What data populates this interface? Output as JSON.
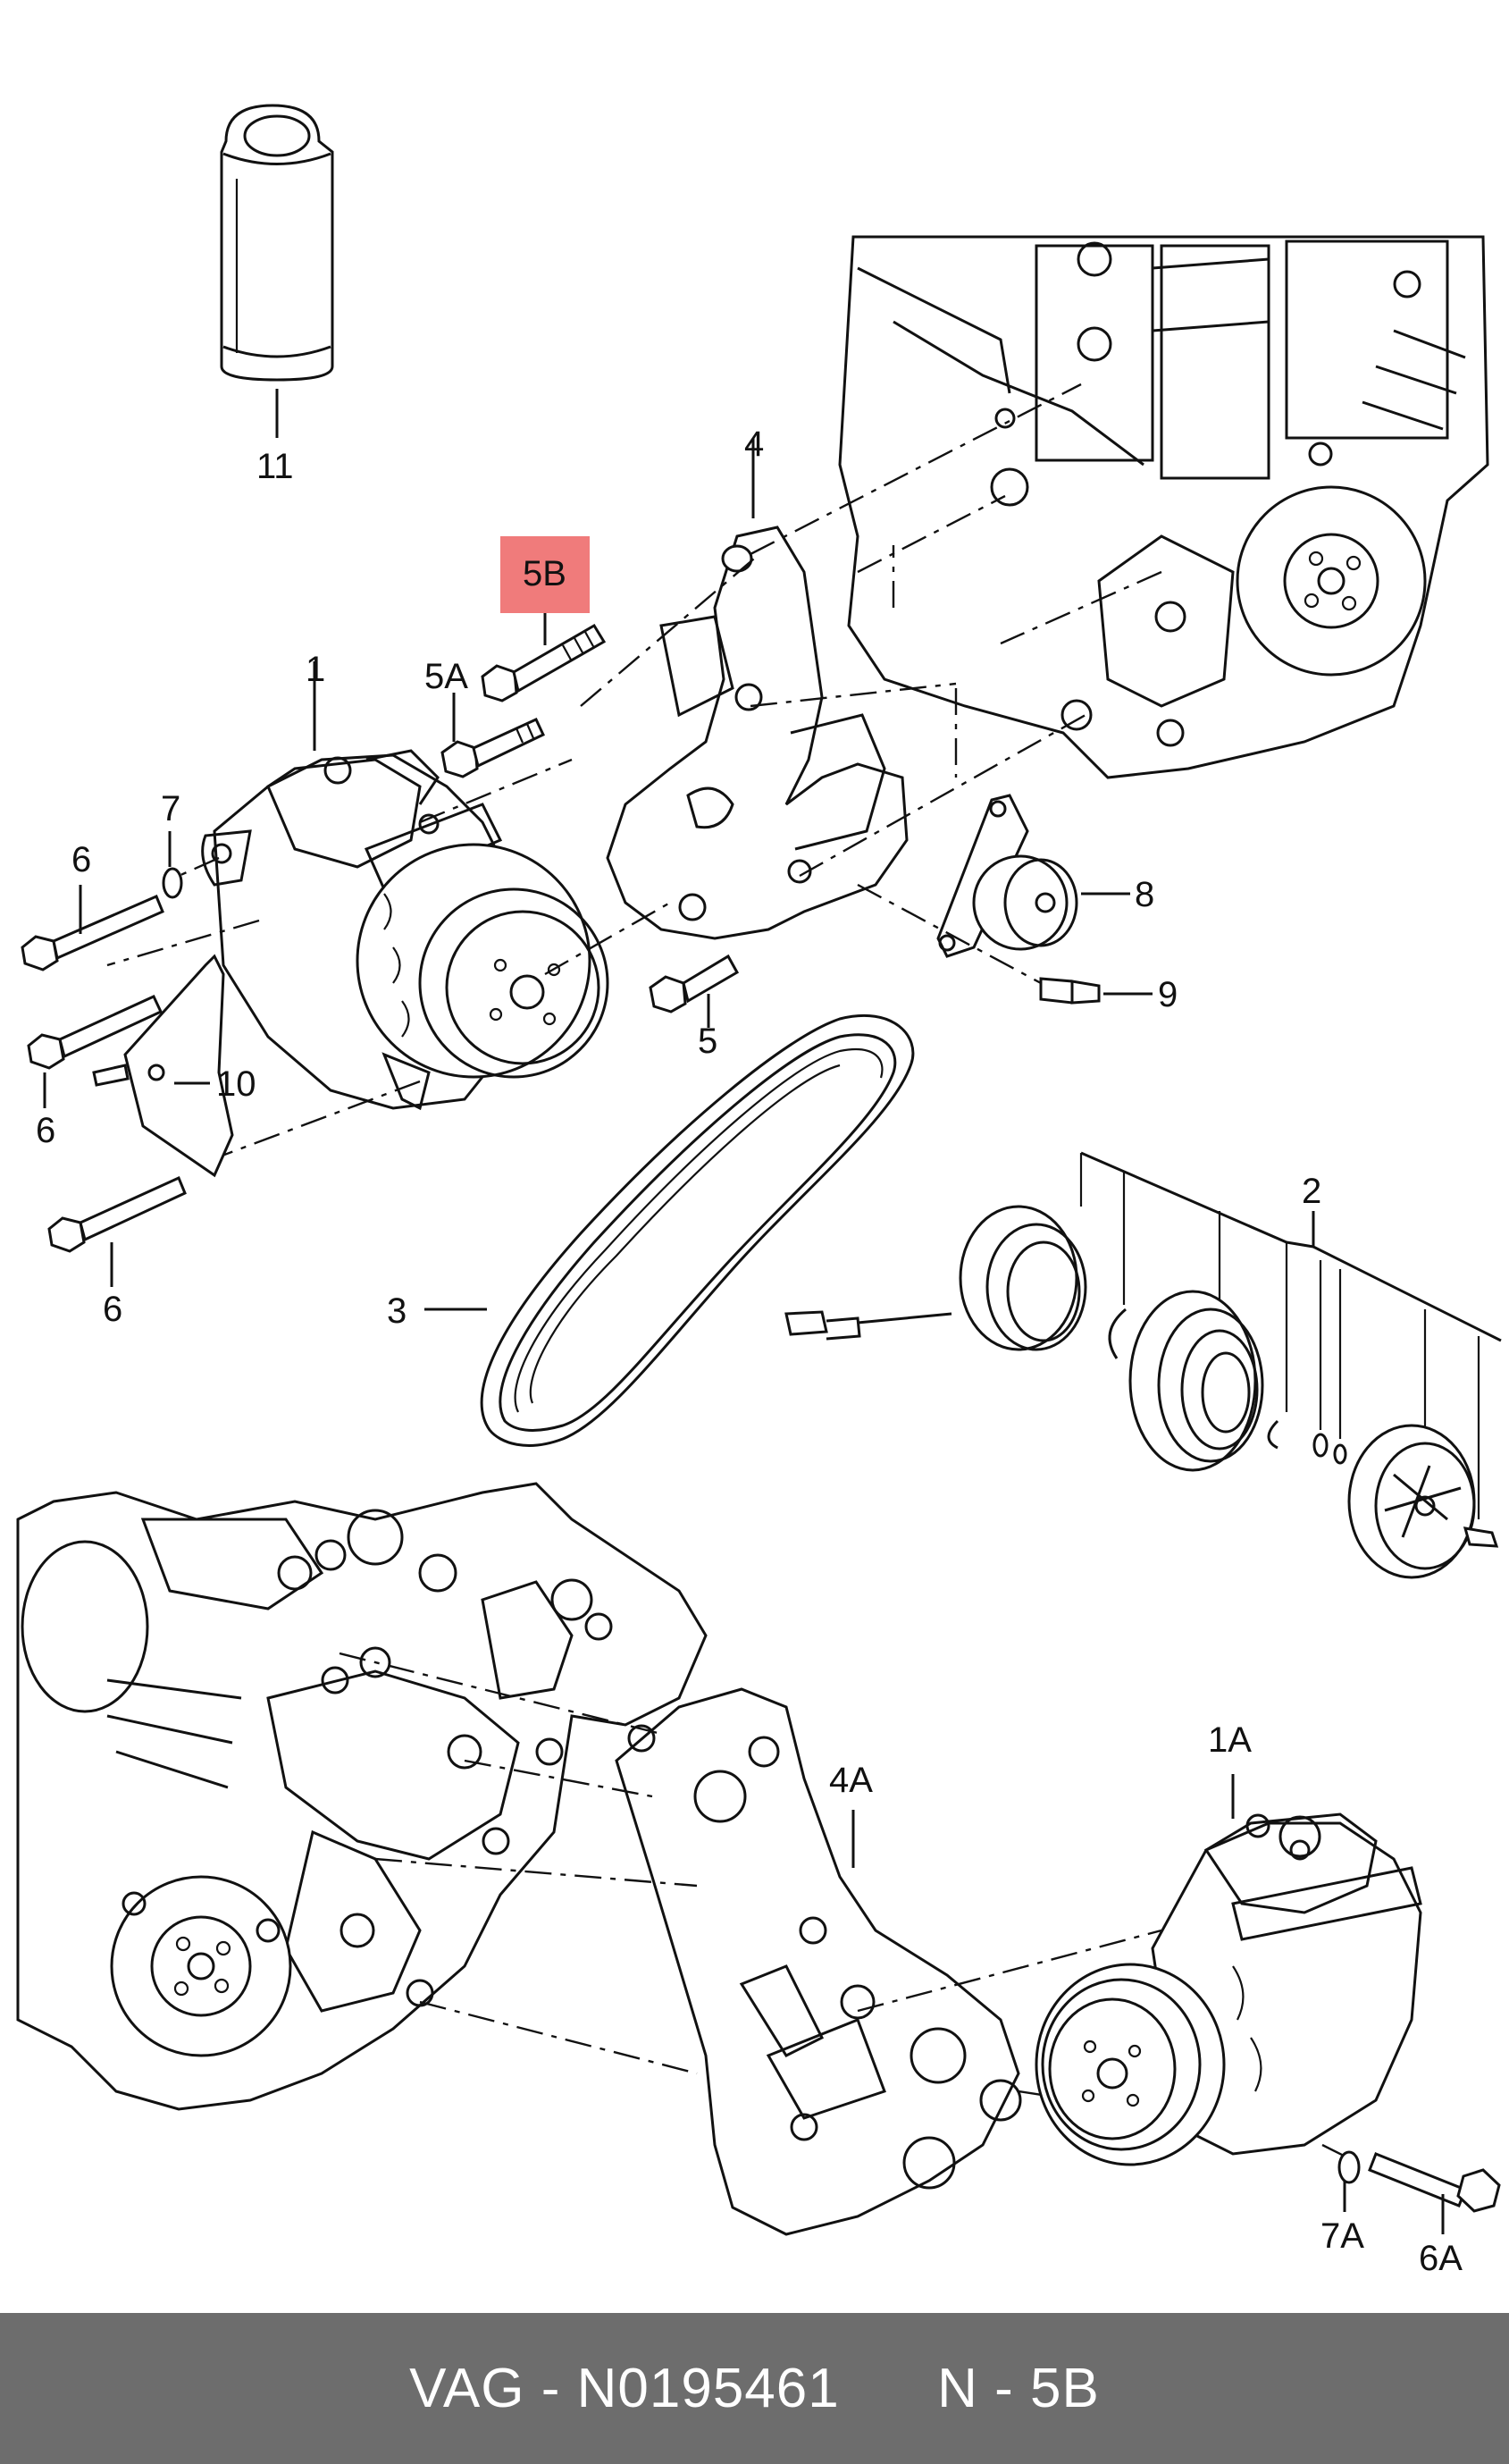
{
  "diagram": {
    "callouts": {
      "c11": "11",
      "c4": "4",
      "c5B": "5B",
      "c1": "1",
      "c5A": "5A",
      "c7": "7",
      "c6a": "6",
      "c6b": "6",
      "c6c": "6",
      "c10": "10",
      "c5": "5",
      "c8": "8",
      "c9": "9",
      "c2": "2",
      "c3": "3",
      "c1A": "1A",
      "c4A": "4A",
      "c7A": "7A",
      "c6A": "6A"
    },
    "highlight_color": "#f07b7b"
  },
  "footer": {
    "text": "VAG - N0195461      N - 5B"
  }
}
